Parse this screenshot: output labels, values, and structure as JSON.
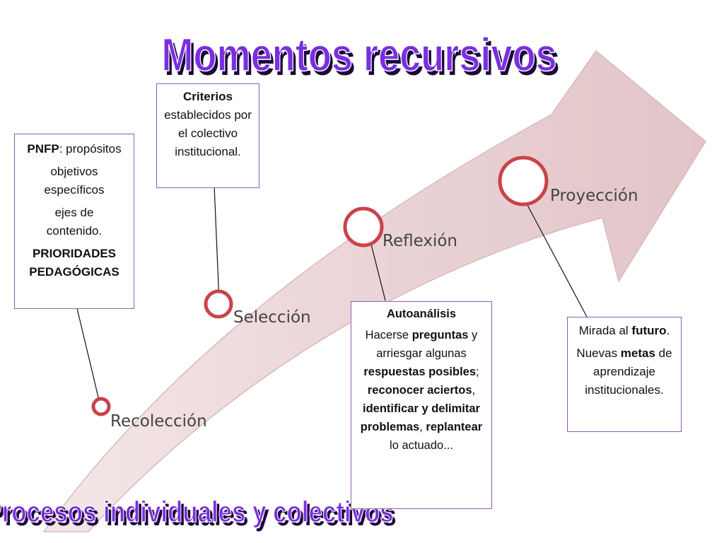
{
  "title_top": "Momentos recursivos",
  "title_bottom": "Procesos individuales y colectivos",
  "colors": {
    "arrow_fill": "#ead5d7",
    "arrow_edge": "#cfaeb2",
    "circle_stroke": "#c9434a",
    "box_border": "#8e5fb0",
    "wordart_fill": "#7a2ee0",
    "wordart_shadow": "#1a0a3a",
    "connector": "#111111"
  },
  "stages": [
    {
      "label": "Recolección"
    },
    {
      "label": "Selección"
    },
    {
      "label": "Reflexión"
    },
    {
      "label": "Proyección"
    }
  ],
  "box_pnfp": {
    "l1_bold": "PNFP",
    "l1_rest": ": propósitos",
    "l2": "objetivos específicos",
    "l3": "ejes de contenido.",
    "l4": "PRIORIDADES PEDAGÓGICAS"
  },
  "box_criterios": {
    "bold": "Criterios",
    "rest": "establecidos por el colectivo institucional."
  },
  "box_autoanalisis": {
    "heading": "Autoanálisis",
    "t1": "Hacerse ",
    "b1": "preguntas",
    "t2": " y arriesgar algunas ",
    "b2": "respuestas posibles",
    "t3": "; ",
    "b3": "reconocer aciertos",
    "t4": ", ",
    "b4": "identificar y delimitar problemas",
    "t5": ", ",
    "b5": "replantear",
    "t6": " lo actuado..."
  },
  "box_futuro": {
    "p1_text": "Mirada al ",
    "p1_bold": "futuro",
    "p1_end": ".",
    "p2_text": "Nuevas ",
    "p2_bold": "metas",
    "p2_end": " de aprendizaje institucionales."
  }
}
